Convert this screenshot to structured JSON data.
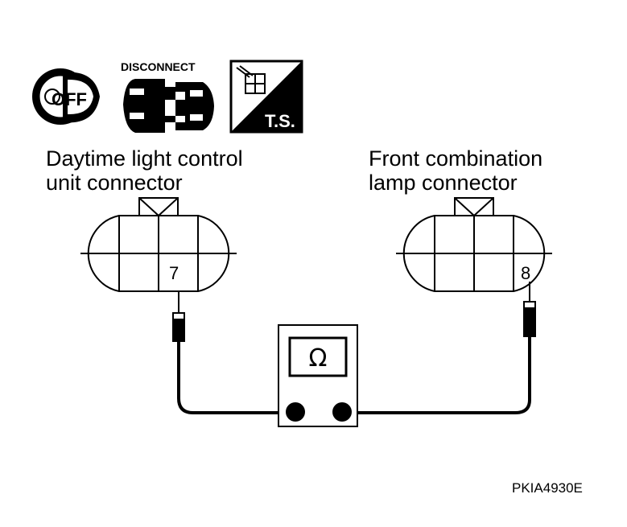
{
  "icons": {
    "ignition": {
      "name": "ignition-key-icon",
      "text": "OFF"
    },
    "disconnect": {
      "name": "disconnect-connector-icon",
      "text": "DISCONNECT"
    },
    "terminal_service": {
      "name": "ts-terminal-icon",
      "text": "T.S."
    }
  },
  "left_connector": {
    "line1": "Daytime light control",
    "line2": "unit connector",
    "pin": "7"
  },
  "right_connector": {
    "line1": "Front combination",
    "line2": "lamp connector",
    "pin": "8"
  },
  "meter": {
    "symbol": "Ω"
  },
  "figure_id": "PKIA4930E"
}
